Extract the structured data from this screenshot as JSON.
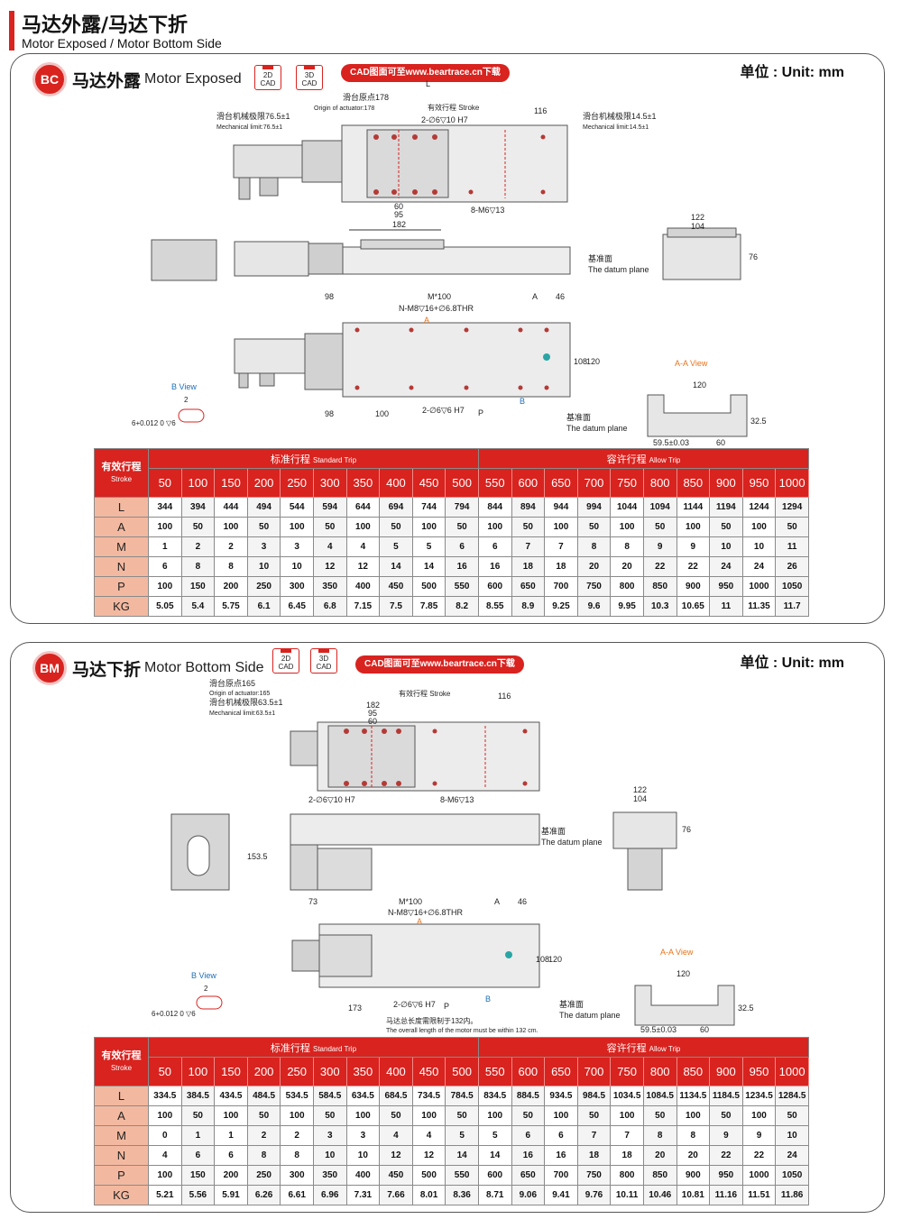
{
  "page": {
    "title_cn": "马达外露/马达下折",
    "title_en": "Motor Exposed / Motor Bottom Side"
  },
  "bc": {
    "badge": "BC",
    "title_cn": "马达外露",
    "title_en": "Motor Exposed",
    "cad2d": [
      "2D",
      "CAD"
    ],
    "cad3d": [
      "3D",
      "CAD"
    ],
    "cad_link": "CAD图面可至www.beartrace.cn下载",
    "unit": "单位 : Unit: mm",
    "labels": {
      "L": "L",
      "origin_cn": "滑台原点178",
      "origin_en": "Origin of actuator:178",
      "stroke": "有效行程 Stroke",
      "d116": "116",
      "mech_left_cn": "滑台机械极限76.5±1",
      "mech_left_en": "Mechanical limit:76.5±1",
      "mech_right_cn": "滑台机械极限14.5±1",
      "mech_right_en": "Mechanical limit:14.5±1",
      "hole_top": "2-∅6▽10 H7",
      "m6": "8-M6▽13",
      "d60": "60",
      "d95": "95",
      "d182": "182",
      "d122": "122",
      "d104": "104",
      "d76": "76",
      "datum_cn": "基准面",
      "datum_en": "The datum plane",
      "d98": "98",
      "m100": "M*100",
      "dA": "A",
      "d46": "46",
      "nm8": "N-M8▽16+∅6.8THR",
      "secA": "A",
      "secB": "B",
      "d108": "108",
      "d120": "120",
      "d98b": "98",
      "d100": "100",
      "hole_bot": "2-∅6▽6 H7",
      "dP": "P",
      "bview": "B View",
      "d2": "2",
      "tol": "6+0.012 0 ▽6",
      "aaview": "A-A View",
      "d120b": "120",
      "d325": "32.5",
      "d595": "59.5±0.03",
      "d60b": "60"
    },
    "table": {
      "corner_cn": "有效行程",
      "corner_en": "Stroke",
      "std_cn": "标准行程",
      "std_en": "Standard Trip",
      "allow_cn": "容许行程",
      "allow_en": "Allow Trip",
      "strokes": [
        "50",
        "100",
        "150",
        "200",
        "250",
        "300",
        "350",
        "400",
        "450",
        "500",
        "550",
        "600",
        "650",
        "700",
        "750",
        "800",
        "850",
        "900",
        "950",
        "1000"
      ],
      "rows": [
        {
          "name": "L",
          "values": [
            "344",
            "394",
            "444",
            "494",
            "544",
            "594",
            "644",
            "694",
            "744",
            "794",
            "844",
            "894",
            "944",
            "994",
            "1044",
            "1094",
            "1144",
            "1194",
            "1244",
            "1294"
          ]
        },
        {
          "name": "A",
          "values": [
            "100",
            "50",
            "100",
            "50",
            "100",
            "50",
            "100",
            "50",
            "100",
            "50",
            "100",
            "50",
            "100",
            "50",
            "100",
            "50",
            "100",
            "50",
            "100",
            "50"
          ]
        },
        {
          "name": "M",
          "values": [
            "1",
            "2",
            "2",
            "3",
            "3",
            "4",
            "4",
            "5",
            "5",
            "6",
            "6",
            "7",
            "7",
            "8",
            "8",
            "9",
            "9",
            "10",
            "10",
            "11"
          ]
        },
        {
          "name": "N",
          "values": [
            "6",
            "8",
            "8",
            "10",
            "10",
            "12",
            "12",
            "14",
            "14",
            "16",
            "16",
            "18",
            "18",
            "20",
            "20",
            "22",
            "22",
            "24",
            "24",
            "26"
          ]
        },
        {
          "name": "P",
          "values": [
            "100",
            "150",
            "200",
            "250",
            "300",
            "350",
            "400",
            "450",
            "500",
            "550",
            "600",
            "650",
            "700",
            "750",
            "800",
            "850",
            "900",
            "950",
            "1000",
            "1050"
          ]
        },
        {
          "name": "KG",
          "values": [
            "5.05",
            "5.4",
            "5.75",
            "6.1",
            "6.45",
            "6.8",
            "7.15",
            "7.5",
            "7.85",
            "8.2",
            "8.55",
            "8.9",
            "9.25",
            "9.6",
            "9.95",
            "10.3",
            "10.65",
            "11",
            "11.35",
            "11.7"
          ]
        }
      ]
    }
  },
  "bm": {
    "badge": "BM",
    "title_cn": "马达下折",
    "title_en": "Motor Bottom Side",
    "cad2d": [
      "2D",
      "CAD"
    ],
    "cad3d": [
      "3D",
      "CAD"
    ],
    "cad_link": "CAD图面可至www.beartrace.cn下载",
    "unit": "单位 : Unit: mm",
    "labels": {
      "origin_cn": "滑台原点165",
      "origin_en": "Origin of actuator:165",
      "mech_cn": "滑台机械极限63.5±1",
      "mech_en": "Mechanical limit:63.5±1",
      "stroke": "有效行程 Stroke",
      "d116": "116",
      "d182": "182",
      "d95": "95",
      "d60": "60",
      "hole_top": "2-∅6▽10 H7",
      "m6": "8-M6▽13",
      "d1535": "153.5",
      "d122": "122",
      "d104": "104",
      "d76": "76",
      "datum_cn": "基准面",
      "datum_en": "The datum plane",
      "d73": "73",
      "m100": "M*100",
      "dA": "A",
      "d46": "46",
      "nm8": "N-M8▽16+∅6.8THR",
      "secA": "A",
      "secB": "B",
      "d108": "108",
      "d120": "120",
      "d173": "173",
      "hole_bot": "2-∅6▽6 H7",
      "dP": "P",
      "note_cn": "马达总长度需限制于132内。",
      "note_en": "The overall length of the motor must be within 132 cm.",
      "bview": "B View",
      "d2": "2",
      "tol": "6+0.012 0 ▽6",
      "aaview": "A-A View",
      "d120b": "120",
      "d325": "32.5",
      "d595": "59.5±0.03",
      "d60b": "60"
    },
    "table": {
      "corner_cn": "有效行程",
      "corner_en": "Stroke",
      "std_cn": "标准行程",
      "std_en": "Standard Trip",
      "allow_cn": "容许行程",
      "allow_en": "Allow Trip",
      "strokes": [
        "50",
        "100",
        "150",
        "200",
        "250",
        "300",
        "350",
        "400",
        "450",
        "500",
        "550",
        "600",
        "650",
        "700",
        "750",
        "800",
        "850",
        "900",
        "950",
        "1000"
      ],
      "rows": [
        {
          "name": "L",
          "values": [
            "334.5",
            "384.5",
            "434.5",
            "484.5",
            "534.5",
            "584.5",
            "634.5",
            "684.5",
            "734.5",
            "784.5",
            "834.5",
            "884.5",
            "934.5",
            "984.5",
            "1034.5",
            "1084.5",
            "1134.5",
            "1184.5",
            "1234.5",
            "1284.5"
          ]
        },
        {
          "name": "A",
          "values": [
            "100",
            "50",
            "100",
            "50",
            "100",
            "50",
            "100",
            "50",
            "100",
            "50",
            "100",
            "50",
            "100",
            "50",
            "100",
            "50",
            "100",
            "50",
            "100",
            "50"
          ]
        },
        {
          "name": "M",
          "values": [
            "0",
            "1",
            "1",
            "2",
            "2",
            "3",
            "3",
            "4",
            "4",
            "5",
            "5",
            "6",
            "6",
            "7",
            "7",
            "8",
            "8",
            "9",
            "9",
            "10"
          ]
        },
        {
          "name": "N",
          "values": [
            "4",
            "6",
            "6",
            "8",
            "8",
            "10",
            "10",
            "12",
            "12",
            "14",
            "14",
            "16",
            "16",
            "18",
            "18",
            "20",
            "20",
            "22",
            "22",
            "24"
          ]
        },
        {
          "name": "P",
          "values": [
            "100",
            "150",
            "200",
            "250",
            "300",
            "350",
            "400",
            "450",
            "500",
            "550",
            "600",
            "650",
            "700",
            "750",
            "800",
            "850",
            "900",
            "950",
            "1000",
            "1050"
          ]
        },
        {
          "name": "KG",
          "values": [
            "5.21",
            "5.56",
            "5.91",
            "6.26",
            "6.61",
            "6.96",
            "7.31",
            "7.66",
            "8.01",
            "8.36",
            "8.71",
            "9.06",
            "9.41",
            "9.76",
            "10.11",
            "10.46",
            "10.81",
            "11.16",
            "11.51",
            "11.86"
          ]
        }
      ]
    }
  },
  "colors": {
    "accent": "#d8231f",
    "row_head": "#f3b9a0",
    "orange": "#e8731a",
    "blue": "#1e6fb8"
  }
}
